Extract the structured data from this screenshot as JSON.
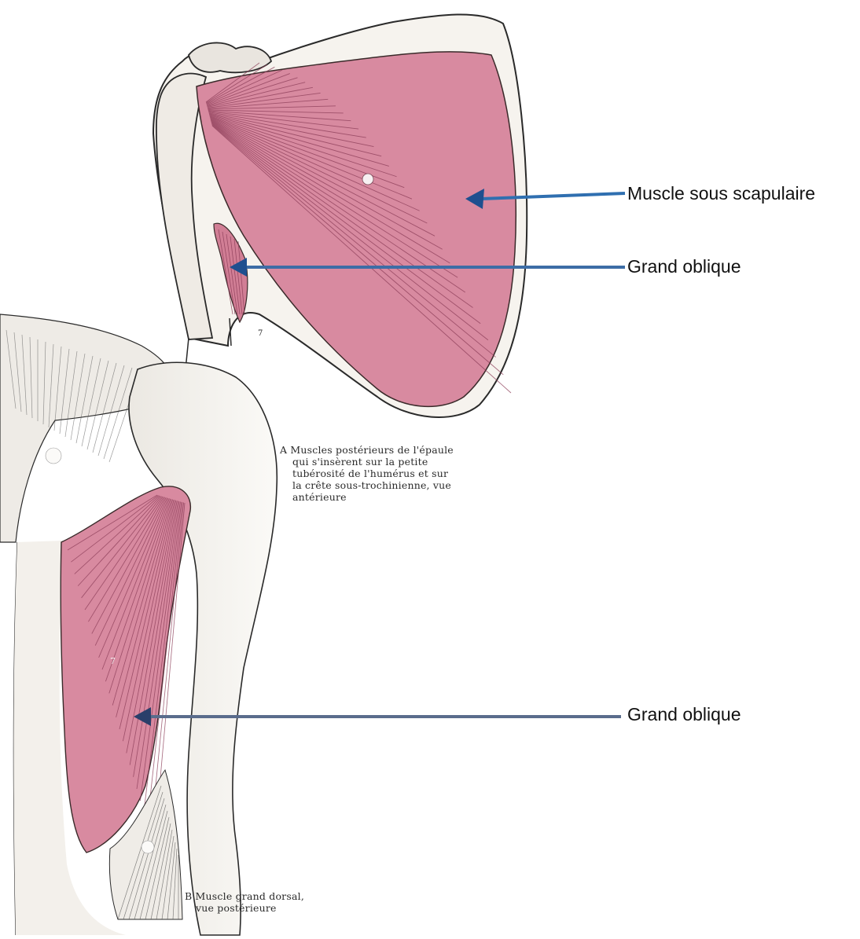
{
  "figure": {
    "labels": {
      "subscapularis": "Muscle sous scapulaire",
      "oblique_top": "Grand oblique",
      "oblique_bottom": "Grand oblique"
    },
    "markers": {
      "n7_top": "7",
      "n7_bottom": "7"
    },
    "caption_a": {
      "line1": "A Muscles postérieurs de l'épaule",
      "line2": "qui s'insèrent sur la petite",
      "line3": "tubérosité de l'humérus et sur",
      "line4": "la crête sous-trochinienne, vue",
      "line5": "antérieure"
    },
    "caption_b": {
      "line1": "B Muscle grand dorsal,",
      "line2": "vue postérieure"
    },
    "colors": {
      "muscle": "#d88aa0",
      "muscle_dark": "#b05470",
      "bone": "#f4f1ec",
      "arrow": "#2f5f9e",
      "ink": "#2a2a2a"
    }
  }
}
